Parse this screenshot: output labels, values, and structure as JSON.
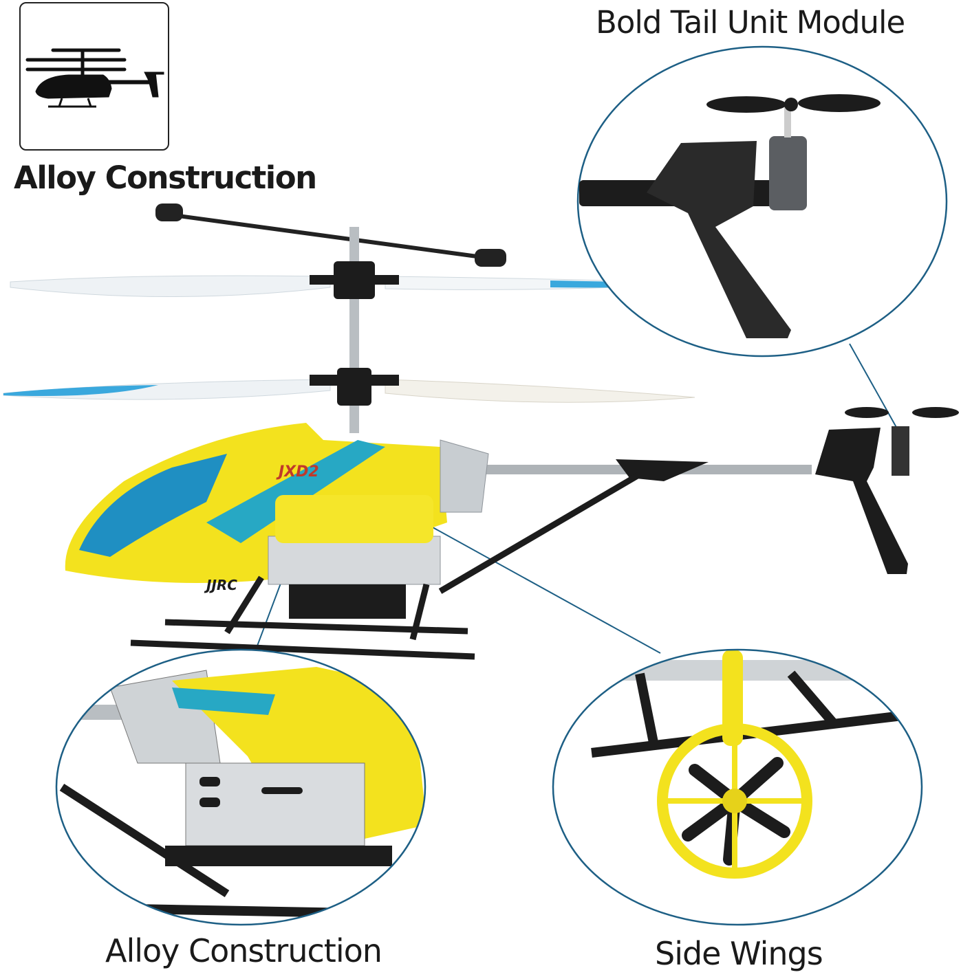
{
  "labels": {
    "top_left": "Alloy Construction",
    "top_right": "Bold Tail Unit Module",
    "bottom_left": "Alloy Construction",
    "bottom_right": "Side Wings"
  },
  "product_markings": {
    "model": "JXD2",
    "brand": "JJRC"
  },
  "colors": {
    "body_yellow": "#f3e21e",
    "accent_blue": "#1f8fc2",
    "callout_line": "#1d5f85",
    "frame_black": "#1c1c1c"
  },
  "icons": [
    "helicopter-icon"
  ]
}
